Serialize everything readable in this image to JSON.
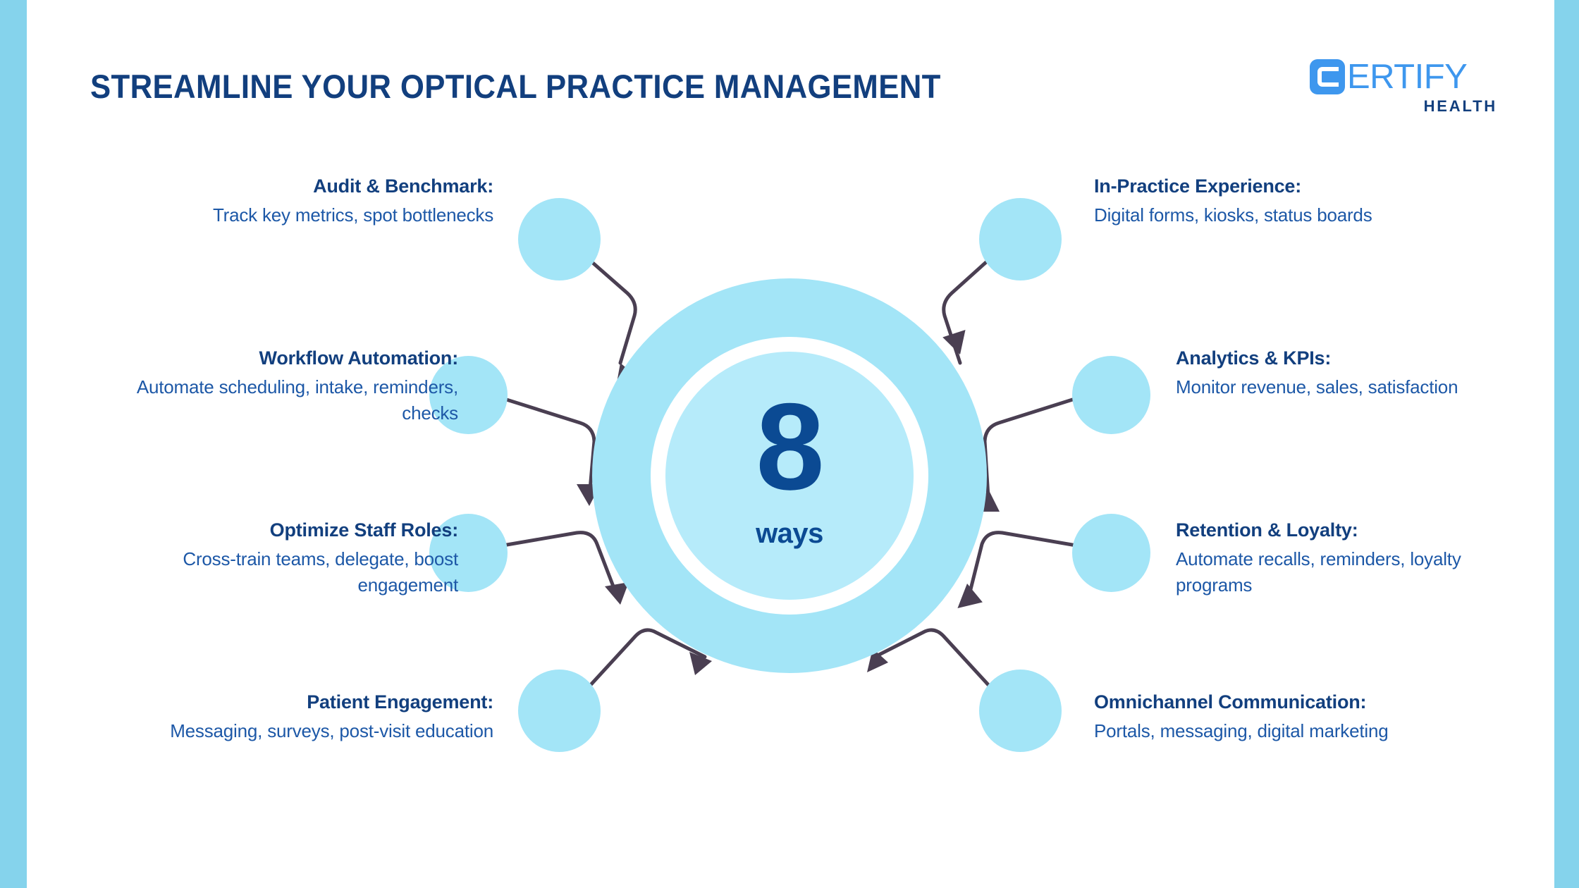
{
  "theme": {
    "navy": "#123f7e",
    "blue_text": "#1d58a7",
    "deep_blue": "#0b4a93",
    "light_blue": "#a3e5f7",
    "inner_blue": "#b6ebfa",
    "edge_bar_blue": "#85d3ec",
    "arrow_color": "#4a3f52",
    "logo_blue": "#3e97ee",
    "background": "#ffffff"
  },
  "header": {
    "title": "STREAMLINE YOUR OPTICAL PRACTICE MANAGEMENT",
    "logo": {
      "mark_letter": "C",
      "wordmark": "ERTIFY",
      "subtitle": "HEALTH"
    }
  },
  "hub": {
    "number": "8",
    "label": "ways"
  },
  "spokes": [
    {
      "id": "audit-benchmark",
      "side": "left",
      "heading": "Audit & Benchmark:",
      "body": "Track key metrics, spot bottlenecks"
    },
    {
      "id": "workflow-automation",
      "side": "left",
      "heading": "Workflow Automation:",
      "body": "Automate scheduling, intake, reminders, checks"
    },
    {
      "id": "optimize-staff-roles",
      "side": "left",
      "heading": "Optimize Staff Roles:",
      "body": "Cross-train teams, delegate, boost engagement"
    },
    {
      "id": "patient-engagement",
      "side": "left",
      "heading": "Patient Engagement:",
      "body": "Messaging, surveys, post-visit education"
    },
    {
      "id": "in-practice-experience",
      "side": "right",
      "heading": "In-Practice Experience:",
      "body": "Digital forms, kiosks, status boards"
    },
    {
      "id": "analytics-kpis",
      "side": "right",
      "heading": "Analytics & KPIs:",
      "body": "Monitor revenue, sales, satisfaction"
    },
    {
      "id": "retention-loyalty",
      "side": "right",
      "heading": "Retention & Loyalty:",
      "body": "Automate recalls, reminders, loyalty programs"
    },
    {
      "id": "omnichannel-communication",
      "side": "right",
      "heading": "Omnichannel Communication:",
      "body": "Portals, messaging, digital marketing"
    }
  ]
}
